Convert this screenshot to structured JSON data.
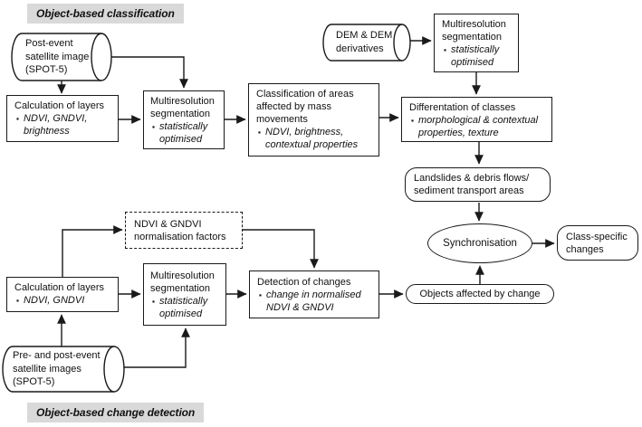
{
  "colors": {
    "header-bg": "#d9d9d9",
    "line": "#1a1a1a"
  },
  "ui": {
    "bullet_glyph": "▪"
  },
  "headers": {
    "classification": "Object-based classification",
    "change_detection": "Object-based change detection"
  },
  "nodes": {
    "post_event_cylinder": {
      "lines": [
        "Post-event",
        "satellite image",
        "(SPOT-5)"
      ]
    },
    "dem_cylinder": {
      "lines": [
        "DEM & DEM",
        "derivatives"
      ]
    },
    "prepost_cylinder": {
      "lines": [
        "Pre- and post-event",
        "satellite images",
        "(SPOT-5)"
      ]
    },
    "calc_layers_top": {
      "title": [
        "Calculation of layers"
      ],
      "bullets": [
        "NDVI, GNDVI,",
        "brightness"
      ]
    },
    "segmentation_classification": {
      "title": [
        "Multiresolution",
        "segmentation"
      ],
      "bullets": [
        "statistically",
        "optimised"
      ]
    },
    "segmentation_dem": {
      "title": [
        "Multiresolution",
        "segmentation"
      ],
      "bullets": [
        "statistically",
        "optimised"
      ]
    },
    "segmentation_change": {
      "title": [
        "Multiresolution",
        "segmentation"
      ],
      "bullets": [
        "statistically",
        "optimised"
      ]
    },
    "classification_areas": {
      "title": [
        "Classification of areas",
        "affected by mass",
        "movements"
      ],
      "bullets": [
        "NDVI, brightness,",
        "contextual properties"
      ]
    },
    "differentation": {
      "title": [
        "Differentation of classes"
      ],
      "bullets": [
        "morphological & contextual",
        "properties, texture"
      ]
    },
    "landslides": {
      "lines": [
        "Landslides & debris flows/",
        "sediment transport areas"
      ]
    },
    "synchronisation": {
      "label": "Synchronisation"
    },
    "class_specific": {
      "lines": [
        "Class-specific",
        "changes"
      ]
    },
    "objects_affected": {
      "label": "Objects affected by change"
    },
    "normalisation_factors": {
      "lines": [
        "NDVI & GNDVI",
        "normalisation factors"
      ]
    },
    "calc_layers_bottom": {
      "title": [
        "Calculation of layers"
      ],
      "bullets": [
        "NDVI, GNDVI"
      ]
    },
    "detection_changes": {
      "title": [
        "Detection of changes"
      ],
      "bullets": [
        "change in normalised",
        "NDVI & GNDVI"
      ]
    }
  }
}
